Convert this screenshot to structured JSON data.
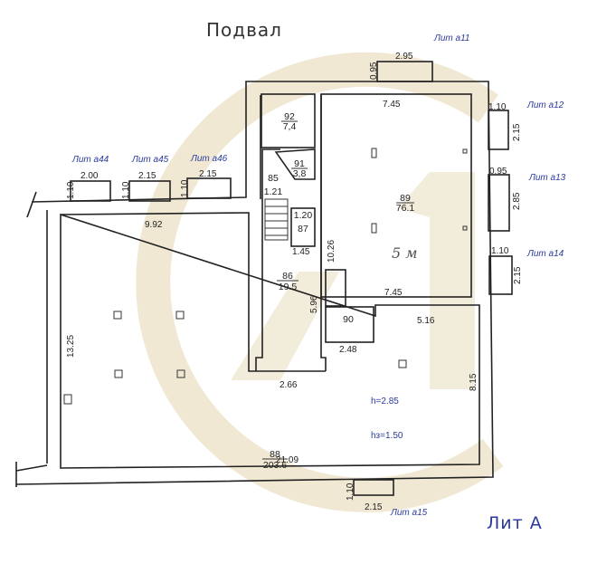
{
  "title": "Подвал",
  "sheet_label": "Лит А",
  "watermark_colour": "#efe6cf",
  "rooms": [
    {
      "number": "92",
      "area": "7,4"
    },
    {
      "number": "91",
      "area": "3,8"
    },
    {
      "number": "89",
      "area": "76.1"
    },
    {
      "number": "87",
      "dim": "1.20"
    },
    {
      "number": "86",
      "area": "19.5"
    },
    {
      "number": "85",
      "dim": "1.21"
    },
    {
      "number": "90"
    },
    {
      "number": "88",
      "area": "203.6"
    }
  ],
  "annex_labels": [
    "Лит а11",
    "Лит а12",
    "Лит а13",
    "Лит а14",
    "Лит а15",
    "Лит а44",
    "Лит а45",
    "Лит а46"
  ],
  "dimensions": {
    "a11_w": "2.95",
    "a11_h": "0.95",
    "a12_w": "1.10",
    "a12_h": "2.15",
    "a13_w": "0.95",
    "a13_h": "2.85",
    "a14_w": "1.10",
    "a14_h": "2.15",
    "a15_w": "2.15",
    "a15_h": "1.10",
    "a44_w": "2.00",
    "a44_h": "1.10",
    "a45_w": "2.15",
    "a45_h": "1.10",
    "a46_w": "2.15",
    "a46_h": "1.10",
    "r89_top": "7.45",
    "r89_bottom": "7.45",
    "r89_side": "10.26",
    "left_top": "9.92",
    "left_side": "13.25",
    "r87_bottom": "1.45",
    "corridor_side": "5.96",
    "corridor_bottom": "2.66",
    "r90_bottom": "2.48",
    "right_top": "5.16",
    "right_side": "8.15",
    "bottom": "21.09"
  },
  "heights": {
    "h": "h=2.85",
    "h3": "hз=1.50"
  },
  "handwritten_note": "5 м"
}
